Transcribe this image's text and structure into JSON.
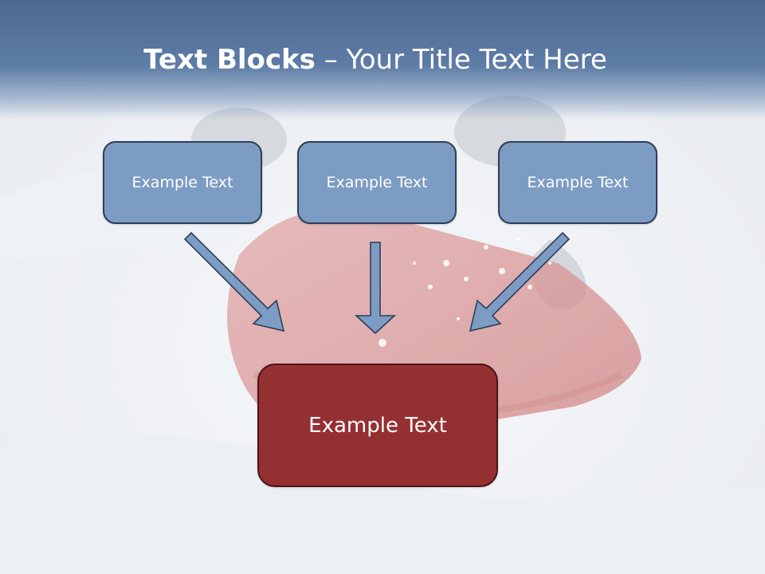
{
  "slide": {
    "title_bold": "Text Blocks",
    "title_rest": " – Your Title Text Here"
  },
  "blocks": [
    {
      "label": "Example Text"
    },
    {
      "label": "Example Text"
    },
    {
      "label": "Example Text"
    }
  ],
  "target_block": {
    "label": "Example Text"
  },
  "colors": {
    "title_band": "#5d7ca6",
    "block_fill": "#7d9cc4",
    "block_border": "#2e3e58",
    "target_fill": "#953032",
    "arrow_fill": "#7d9cc4"
  }
}
